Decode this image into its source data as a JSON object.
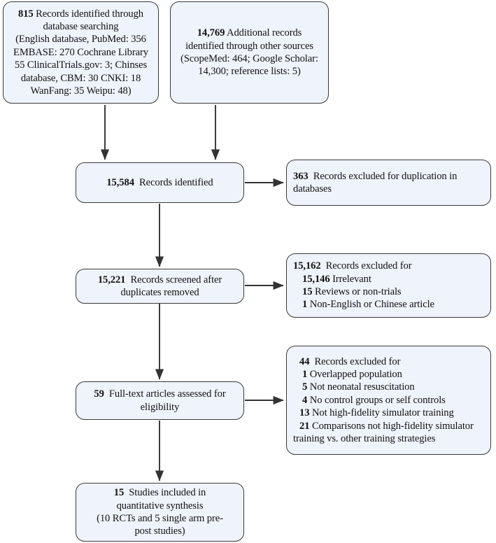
{
  "diagram": {
    "type": "prisma-flow-diagram",
    "title": "PRISMA study selection flow diagram",
    "colors": {
      "box_fill": "#eff3fb",
      "box_border": "#3a3a3a",
      "arrow": "#333333",
      "text": "#111111",
      "background": "#ffffff"
    }
  },
  "nodes": {
    "db_search": {
      "count": "815",
      "label": "Records identified through database searching",
      "lines": [
        "Records identified through",
        "database searching",
        "(English database, PubMed: 356",
        "EMBASE: 270 Cochrane Library",
        "55 ClinicalTrials.gov: 3; Chinses",
        "database, CBM: 30 CNKI: 18",
        "WanFang: 35 Weipu: 48)"
      ],
      "sources": [
        {
          "name": "PubMed",
          "value": "356"
        },
        {
          "name": "EMBASE",
          "value": "270"
        },
        {
          "name": "Cochrane Library",
          "value": "55"
        },
        {
          "name": "ClinicalTrials.gov",
          "value": "3"
        },
        {
          "name": "CBM",
          "value": "30"
        },
        {
          "name": "CNKI",
          "value": "18"
        },
        {
          "name": "WanFang",
          "value": "35"
        },
        {
          "name": "Weipu",
          "value": "48"
        }
      ]
    },
    "other_sources": {
      "count": "14,769",
      "label": "Additional records identified through other sources",
      "lines": [
        "Additional records",
        "identified through other sources",
        "(ScopeMed: 464; Google Scholar:",
        "14,300; reference lists: 5)"
      ],
      "sources": [
        {
          "name": "ScopeMed",
          "value": "464"
        },
        {
          "name": "Google Scholar",
          "value": "14,300"
        },
        {
          "name": "reference lists",
          "value": "5"
        }
      ]
    },
    "identified": {
      "count": "15,584",
      "label": "Records identified"
    },
    "excluded_duplicates": {
      "count": "363",
      "lines": [
        "Records excluded for duplication in",
        "databases"
      ],
      "label": "Records excluded for duplication in databases"
    },
    "screened": {
      "count": "15,221",
      "lines": [
        "Records screened after",
        "duplicates removed"
      ],
      "label": "Records screened after duplicates removed"
    },
    "excluded_screening": {
      "count": "15,162",
      "header": "Records excluded for",
      "reasons": [
        {
          "count": "15,146",
          "text": "Irrelevant"
        },
        {
          "count": "15",
          "text": "Reviews or non-trials"
        },
        {
          "count": "1",
          "text": "Non-English or Chinese article"
        }
      ]
    },
    "fulltext": {
      "count": "59",
      "lines": [
        "Full-text articles assessed for",
        "eligibility"
      ],
      "label": "Full-text articles assessed for eligibility"
    },
    "excluded_eligibility": {
      "count": "44",
      "header": "Records excluded for",
      "reasons": [
        {
          "count": "1",
          "text": "Overlapped population"
        },
        {
          "count": "5",
          "text": "Not neonatal resuscitation"
        },
        {
          "count": "4",
          "text": "No control groups or self controls"
        },
        {
          "count": "13",
          "text": "Not high-fidelity simulator training"
        },
        {
          "count": "21",
          "text": "Comparisons not high-fidelity simulator"
        }
      ],
      "continuation": "training vs. other training strategies"
    },
    "included": {
      "count": "15",
      "lines": [
        "Studies included in",
        "quantitative synthesis",
        "(10 RCTs and 5 single arm pre-",
        "post studies)"
      ],
      "label": "Studies included in quantitative synthesis",
      "detail": {
        "rcts": "10",
        "single_arm_pre_post": "5"
      }
    }
  }
}
